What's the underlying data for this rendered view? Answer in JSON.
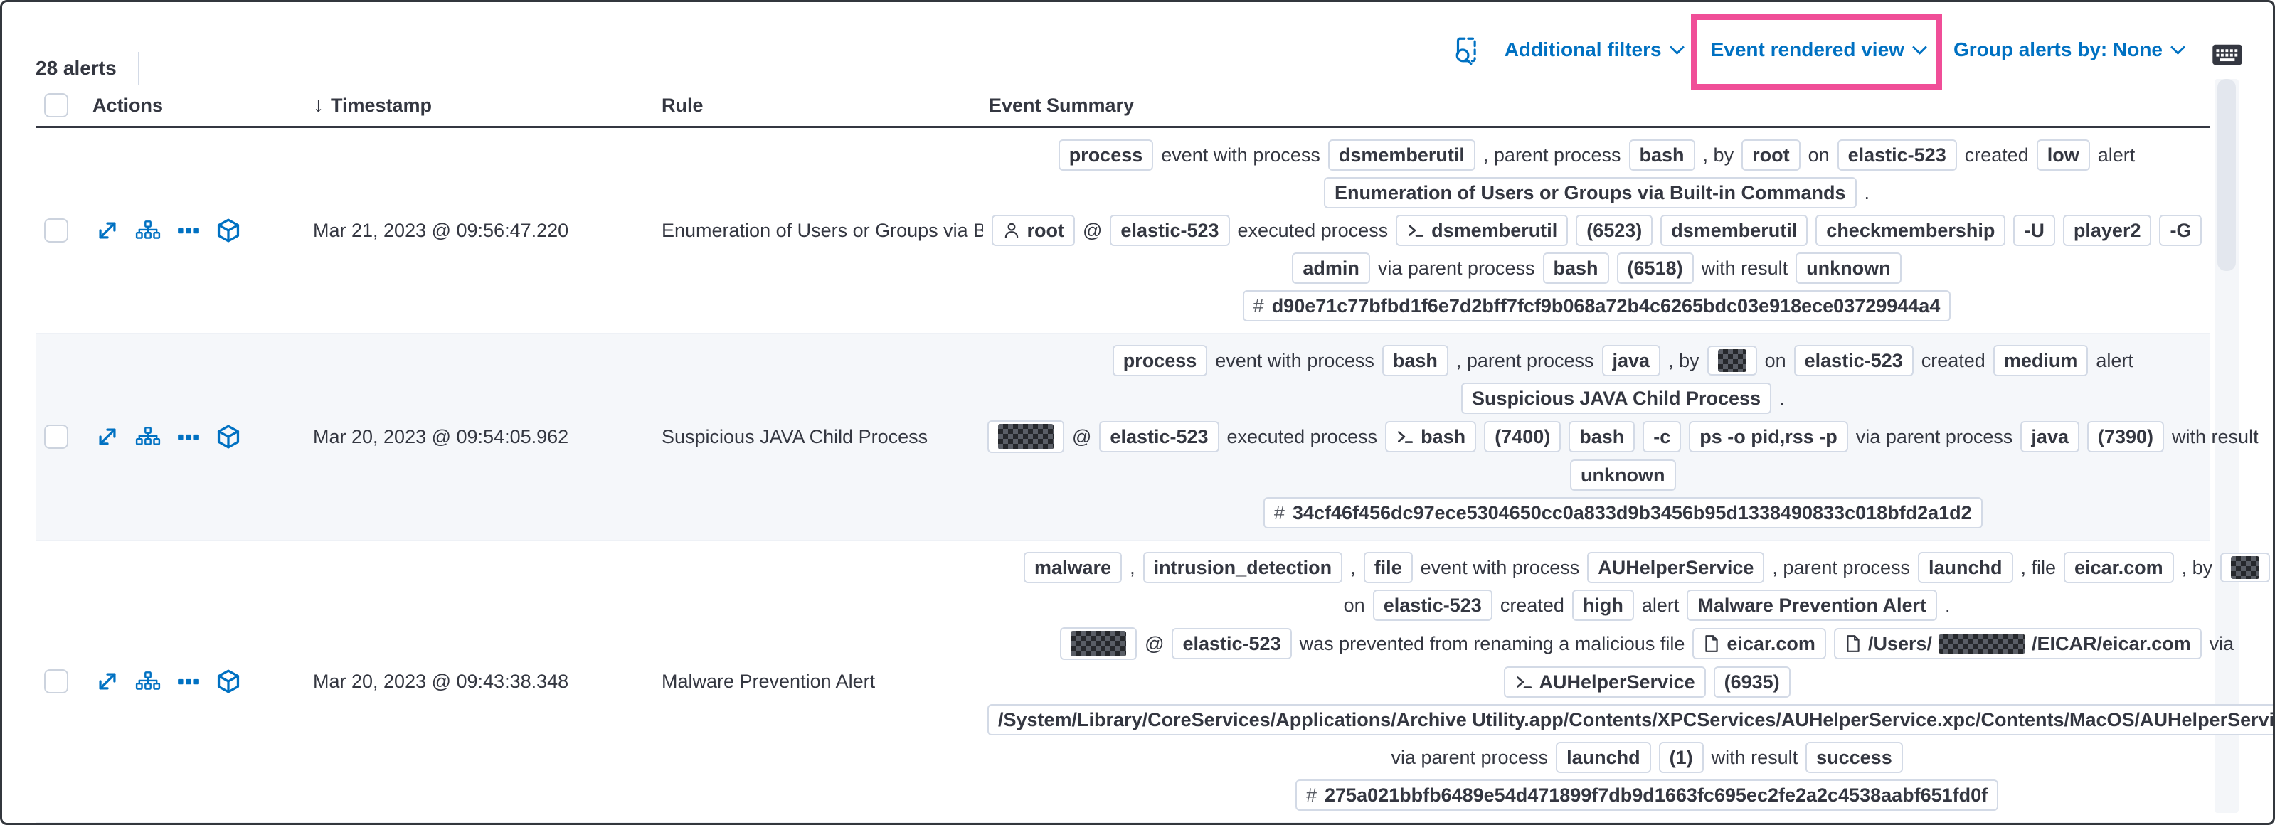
{
  "colors": {
    "link_blue": "#0071c2",
    "highlight_pink": "#f04e98",
    "text": "#343741",
    "badge_border": "#d3dae6",
    "row_stripe": "#f5f7fa"
  },
  "toolbar": {
    "alert_count": "28 alerts",
    "inspect_icon": "inspect-icon",
    "additional_filters_label": "Additional filters",
    "view_selector_label": "Event rendered view",
    "group_by_label": "Group alerts by: None",
    "keyboard_icon": "keyboard-shortcuts-icon"
  },
  "table": {
    "columns": [
      "Actions",
      "Timestamp",
      "Rule",
      "Event Summary"
    ],
    "sort": {
      "column": "Timestamp",
      "direction": "descending"
    },
    "action_icons": [
      "expand-alert",
      "analyze-event",
      "more-actions",
      "investigate-in-timeline"
    ],
    "rows": [
      {
        "timestamp": "Mar 21, 2023 @ 09:56:47.220",
        "rule": "Enumeration of Users or Groups via Bui",
        "lines": [
          [
            {
              "b": "process"
            },
            {
              "t": "event with process"
            },
            {
              "b": "dsmemberutil"
            },
            {
              "t": ", parent process"
            },
            {
              "b": "bash"
            },
            {
              "t": ", by"
            },
            {
              "b": "root"
            },
            {
              "t": "on"
            },
            {
              "b": "elastic-523"
            },
            {
              "t": "created"
            },
            {
              "b": "low"
            },
            {
              "t": "alert"
            }
          ],
          [
            {
              "b": "Enumeration of Users or Groups via Built-in Commands"
            },
            {
              "t": "."
            }
          ],
          [
            {
              "b": "root",
              "icon": "user"
            },
            {
              "t": "@"
            },
            {
              "b": "elastic-523"
            },
            {
              "t": "executed process"
            },
            {
              "b": "dsmemberutil",
              "icon": "terminal"
            },
            {
              "b": "(6523)"
            },
            {
              "b": "dsmemberutil"
            },
            {
              "b": "checkmembership"
            },
            {
              "b": "-U"
            },
            {
              "b": "player2"
            },
            {
              "b": "-G"
            }
          ],
          [
            {
              "b": "admin"
            },
            {
              "t": "via parent process"
            },
            {
              "b": "bash"
            },
            {
              "b": "(6518)"
            },
            {
              "t": "with result"
            },
            {
              "b": "unknown"
            }
          ],
          [
            {
              "b": "d90e71c77bfbd1f6e7d2bff7fcf9b068a72b4c6265bdc03e918ece03729944a4",
              "icon": "hash"
            }
          ]
        ]
      },
      {
        "timestamp": "Mar 20, 2023 @ 09:54:05.962",
        "rule": "Suspicious JAVA Child Process",
        "lines": [
          [
            {
              "b": "process"
            },
            {
              "t": "event with process"
            },
            {
              "b": "bash"
            },
            {
              "t": ", parent process"
            },
            {
              "b": "java"
            },
            {
              "t": ", by"
            },
            {
              "redact": "sm"
            },
            {
              "t": "on"
            },
            {
              "b": "elastic-523"
            },
            {
              "t": "created"
            },
            {
              "b": "medium"
            },
            {
              "t": "alert"
            }
          ],
          [
            {
              "b": "Suspicious JAVA Child Process"
            },
            {
              "t": "."
            }
          ],
          [
            {
              "redact": "md"
            },
            {
              "t": "@"
            },
            {
              "b": "elastic-523"
            },
            {
              "t": "executed process"
            },
            {
              "b": "bash",
              "icon": "terminal"
            },
            {
              "b": "(7400)"
            },
            {
              "b": "bash"
            },
            {
              "b": "-c"
            },
            {
              "b": "ps -o pid,rss -p"
            },
            {
              "t": "via parent process"
            },
            {
              "b": "java"
            },
            {
              "b": "(7390)"
            },
            {
              "t": "with result"
            }
          ],
          [
            {
              "b": "unknown"
            }
          ],
          [
            {
              "b": "34cf46f456dc97ece5304650cc0a833d9b3456b95d1338490833c018bfd2a1d2",
              "icon": "hash"
            }
          ]
        ]
      },
      {
        "timestamp": "Mar 20, 2023 @ 09:43:38.348",
        "rule": "Malware Prevention Alert",
        "lines": [
          [
            {
              "b": "malware"
            },
            {
              "t": ","
            },
            {
              "b": "intrusion_detection"
            },
            {
              "t": ","
            },
            {
              "b": "file"
            },
            {
              "t": "event with process"
            },
            {
              "b": "AUHelperService"
            },
            {
              "t": ", parent process"
            },
            {
              "b": "launchd"
            },
            {
              "t": ", file"
            },
            {
              "b": "eicar.com"
            },
            {
              "t": ", by"
            },
            {
              "redact": "sm"
            }
          ],
          [
            {
              "t": "on"
            },
            {
              "b": "elastic-523"
            },
            {
              "t": "created"
            },
            {
              "b": "high"
            },
            {
              "t": "alert"
            },
            {
              "b": "Malware Prevention Alert"
            },
            {
              "t": "."
            }
          ],
          [
            {
              "redact": "md"
            },
            {
              "t": "@"
            },
            {
              "b": "elastic-523"
            },
            {
              "t": "was prevented from renaming a malicious file"
            },
            {
              "b": "eicar.com",
              "icon": "file"
            },
            {
              "b": [
                "/Users/",
                {
                  "redact": "path"
                },
                "/EICAR/eicar.com"
              ],
              "icon": "file"
            },
            {
              "t": "via"
            }
          ],
          [
            {
              "b": "AUHelperService",
              "icon": "terminal"
            },
            {
              "b": "(6935)"
            }
          ],
          [
            {
              "b": "/System/Library/CoreServices/Applications/Archive Utility.app/Contents/XPCServices/AUHelperService.xpc/Contents/MacOS/AUHelperService"
            }
          ],
          [
            {
              "t": "via parent process"
            },
            {
              "b": "launchd"
            },
            {
              "b": "(1)"
            },
            {
              "t": "with result"
            },
            {
              "b": "success"
            }
          ],
          [
            {
              "b": "275a021bbfb6489e54d471899f7db9d1663fc695ec2fe2a2c4538aabf651fd0f",
              "icon": "hash"
            }
          ]
        ]
      }
    ]
  }
}
